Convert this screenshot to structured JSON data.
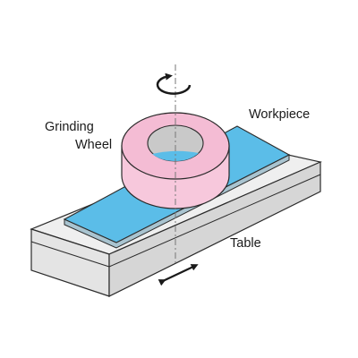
{
  "labels": {
    "grinding_line1": "Grinding",
    "grinding_line2": "Wheel",
    "workpiece": "Workpiece",
    "table": "Table"
  },
  "colors": {
    "table_top": "#efefef",
    "table_front": "#e4e4e4",
    "table_side": "#d6d6d6",
    "workpiece_top": "#5bbde8",
    "workpiece_edge": "#a9c4d0",
    "wheel_face": "#f4bcd4",
    "wheel_body": "#f7c8dc",
    "wheel_hole": "#c9c9c9",
    "outline": "#2b2b2b"
  },
  "icons": {
    "rotation": "rotation-arrow-icon",
    "feed": "double-arrow-icon"
  }
}
